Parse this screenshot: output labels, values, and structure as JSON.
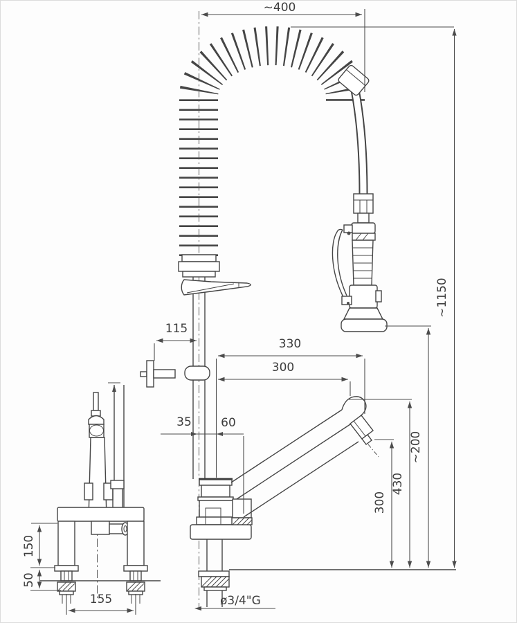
{
  "drawing": {
    "type": "technical-dimension-drawing",
    "subject": "pre-rinse spray faucet, front and side elevation",
    "line_color": "#454545",
    "background": "#fdfdfd"
  },
  "dims": {
    "top_width": "~400",
    "overall_height": "~1150",
    "bracket_offset": "115",
    "spout_reach_outer": "330",
    "spout_reach": "300",
    "offset_left": "35",
    "offset_right": "60",
    "gun_clearance": "~200",
    "spout_top_height": "430",
    "outlet_height": "300",
    "body_height": "150",
    "shank_length": "50",
    "inlet_spacing": "155",
    "thread_label": "ø3/4\"G"
  }
}
